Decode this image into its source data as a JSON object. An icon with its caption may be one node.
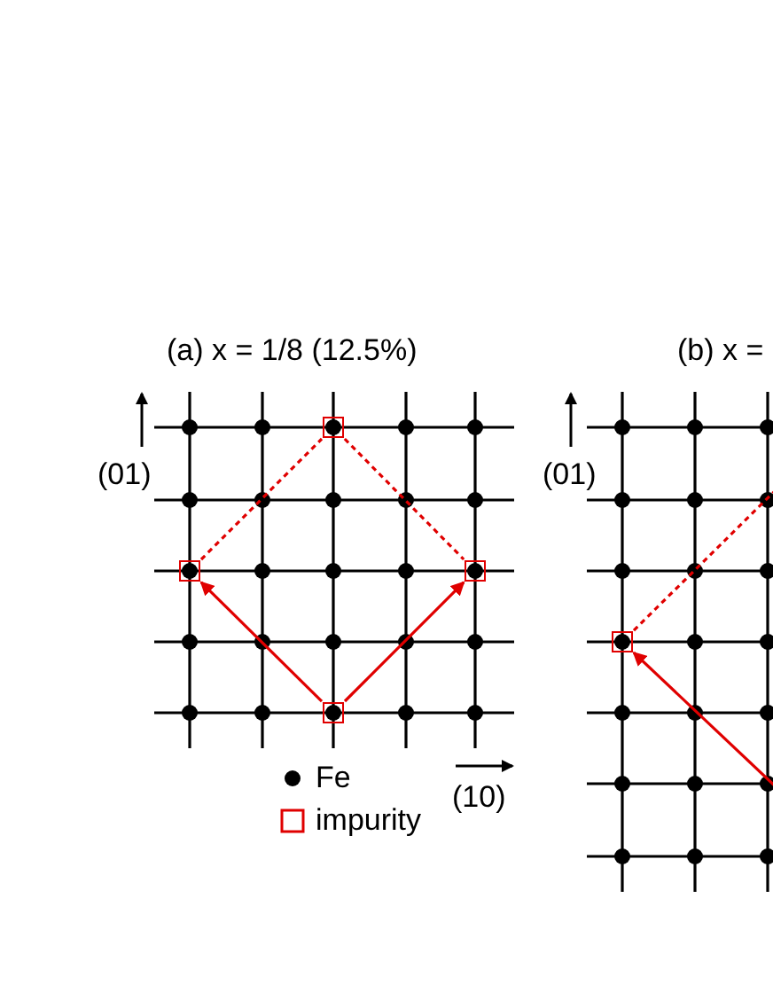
{
  "diagram": {
    "nodes": [
      {
        "text": [],
        "shape": "box"
      },
      {
        "text": [],
        "shape": "box"
      },
      {
        "text": [],
        "shape": "box"
      },
      {
        "text": [],
        "shape": "box"
      },
      {
        "text": [],
        "shape": "box"
      }
    ],
    "edges": [
      {
        "from": 3,
        "to": 1,
        "arrow": "to"
      },
      {
        "from": 3,
        "to": 2,
        "arrow": "to"
      },
      {
        "from": 1,
        "to": 0,
        "arrow": "none",
        "style": "dashed"
      },
      {
        "from": 0,
        "to": 2,
        "arrow": "none",
        "style": "dashed"
      },
      {
        "from": null,
        "to": 4,
        "arrow": "to"
      },
      {
        "from": 4,
        "to": null,
        "arrow": "none",
        "style": "dashed"
      }
    ],
    "labels": [
      "(a) x = 1/8 (12.5%)",
      "(b) x =",
      "(01)",
      "(01)",
      "(10)"
    ],
    "legend": [
      {
        "text": "Fe"
      },
      {
        "text": "impurity"
      }
    ]
  }
}
